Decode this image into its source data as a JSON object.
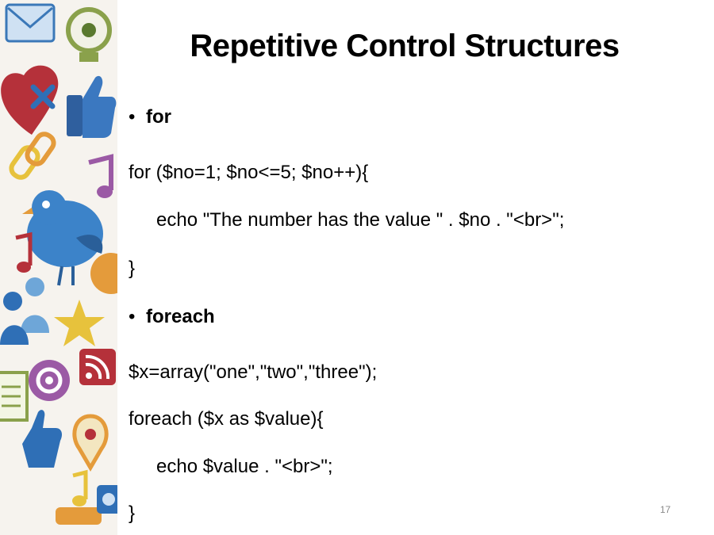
{
  "slide": {
    "title": "Repetitive Control Structures",
    "page_number": "17",
    "bullet_for": "for",
    "for_code": [
      "for ($no=1; $no<=5; $no++){",
      "echo \"The number has the value \" . $no . \"<br>\";",
      "}"
    ],
    "bullet_foreach": "foreach",
    "foreach_code": [
      "$x=array(\"one\",\"two\",\"three\");",
      "foreach ($x as $value){",
      "echo $value . \"<br>\";",
      "}"
    ]
  },
  "decoration": {
    "icons": [
      "envelope-icon",
      "webcam-icon",
      "heart-icon",
      "thumbs-up-icon",
      "chain-link-icon",
      "music-note-icon",
      "bird-icon",
      "users-icon",
      "star-icon",
      "at-sign-icon",
      "rss-icon",
      "document-icon",
      "hand-cursor-icon",
      "location-pin-icon",
      "camera-icon"
    ],
    "colors": {
      "blue": "#2f6fb6",
      "red": "#b5313a",
      "green": "#8aa14b",
      "yellow": "#e7c23c",
      "orange": "#e49b3b",
      "purple": "#9b5aa5"
    }
  }
}
